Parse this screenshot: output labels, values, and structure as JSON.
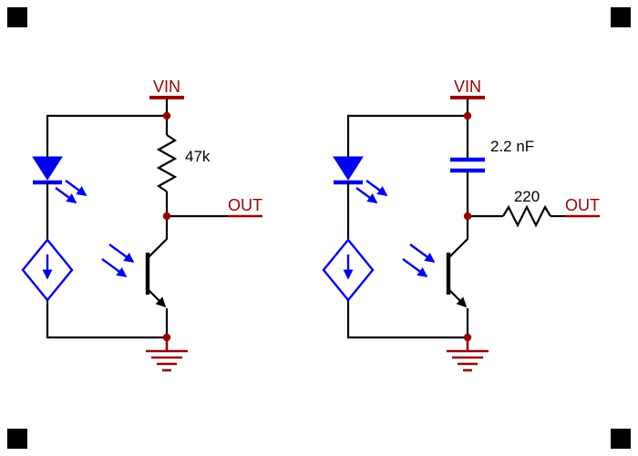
{
  "colors": {
    "wire": "#000000",
    "device": "#0000f0",
    "label": "#990000"
  },
  "circuits": {
    "left": {
      "vin_label": "VIN",
      "resistor_label": "47k",
      "out_label": "OUT"
    },
    "right": {
      "vin_label": "VIN",
      "capacitor_label": "2.2 nF",
      "resistor_label": "220",
      "out_label": "OUT"
    }
  }
}
